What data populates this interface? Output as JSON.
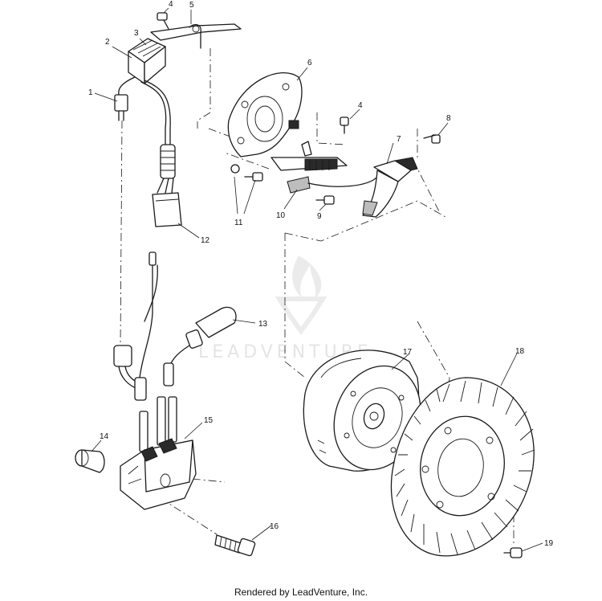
{
  "diagram": {
    "callouts": [
      {
        "id": "1",
        "label": "1"
      },
      {
        "id": "2",
        "label": "2"
      },
      {
        "id": "3",
        "label": "3"
      },
      {
        "id": "4a",
        "label": "4"
      },
      {
        "id": "5",
        "label": "5"
      },
      {
        "id": "6",
        "label": "6"
      },
      {
        "id": "4b",
        "label": "4"
      },
      {
        "id": "8",
        "label": "8"
      },
      {
        "id": "7",
        "label": "7"
      },
      {
        "id": "9",
        "label": "9"
      },
      {
        "id": "10",
        "label": "10"
      },
      {
        "id": "11",
        "label": "11"
      },
      {
        "id": "12",
        "label": "12"
      },
      {
        "id": "13",
        "label": "13"
      },
      {
        "id": "14",
        "label": "14"
      },
      {
        "id": "15",
        "label": "15"
      },
      {
        "id": "16",
        "label": "16"
      },
      {
        "id": "17",
        "label": "17"
      },
      {
        "id": "18",
        "label": "18"
      },
      {
        "id": "19",
        "label": "19"
      }
    ]
  },
  "watermark": {
    "text": "LEADVENTURE"
  },
  "footer": {
    "text": "Rendered by LeadVenture, Inc."
  }
}
